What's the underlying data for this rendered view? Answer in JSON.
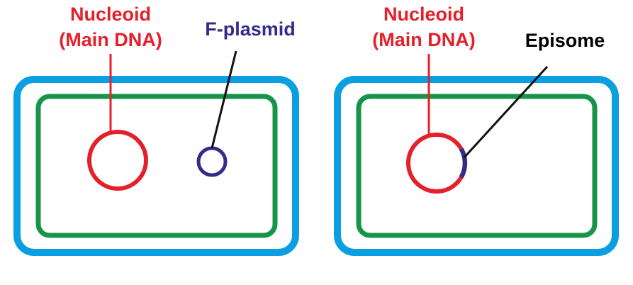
{
  "colors": {
    "outer_membrane": "#0a9fe0",
    "inner_membrane": "#17944a",
    "nucleoid": "#e4202b",
    "plasmid": "#332c86",
    "episome_label": "#000000",
    "leader_line": "#111111"
  },
  "left_panel": {
    "nucleoid_label_line1": "Nucleoid",
    "nucleoid_label_line2": "(Main DNA)",
    "plasmid_label": "F-plasmid"
  },
  "right_panel": {
    "nucleoid_label_line1": "Nucleoid",
    "nucleoid_label_line2": "(Main DNA)",
    "episome_label": "Episome"
  }
}
